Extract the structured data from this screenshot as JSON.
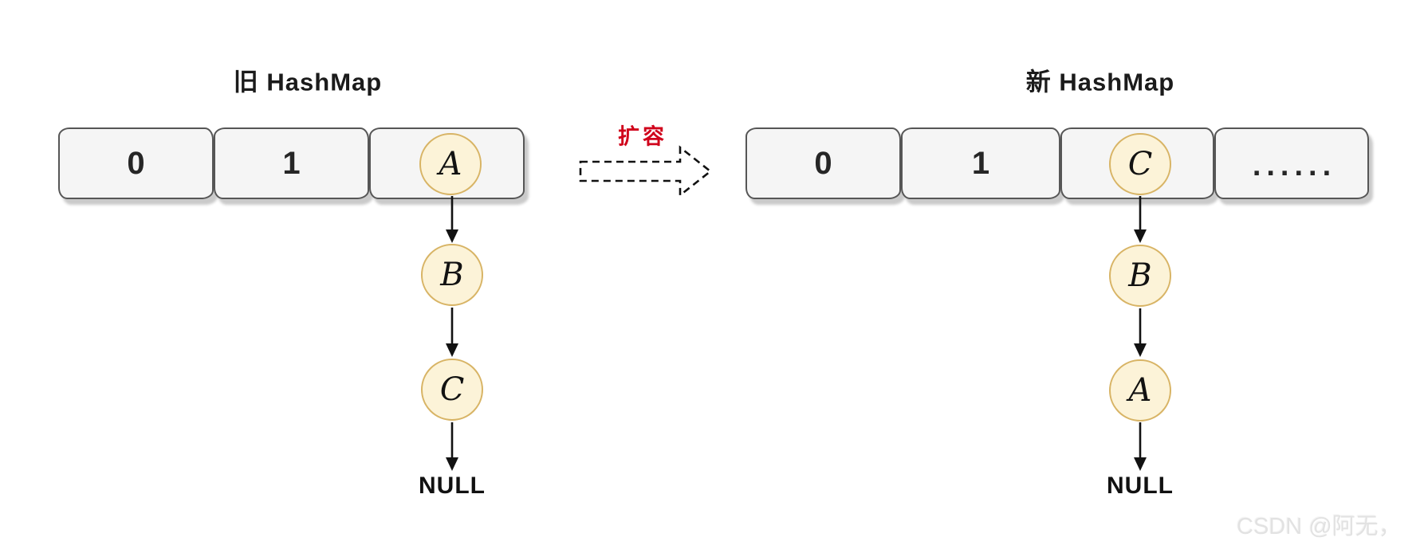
{
  "old_map": {
    "title": "旧 HashMap",
    "buckets": {
      "b0": "0",
      "b1": "1"
    },
    "head": "A",
    "node2": "B",
    "node3": "C",
    "terminal": "NULL"
  },
  "new_map": {
    "title": "新 HashMap",
    "buckets": {
      "b0": "0",
      "b1": "1",
      "ellipsis": "......"
    },
    "head": "C",
    "node2": "B",
    "node3": "A",
    "terminal": "NULL"
  },
  "transition": {
    "label": "扩容"
  },
  "watermark": {
    "text": "CSDN @阿无，"
  },
  "colors": {
    "bucket_fill": "#f5f5f5",
    "bucket_border": "#565656",
    "node_fill": "#fcf3d8",
    "node_border": "#d8b465",
    "transition_label": "#d0021b",
    "arrow": "#121212",
    "watermark": "#e2e2e2"
  }
}
